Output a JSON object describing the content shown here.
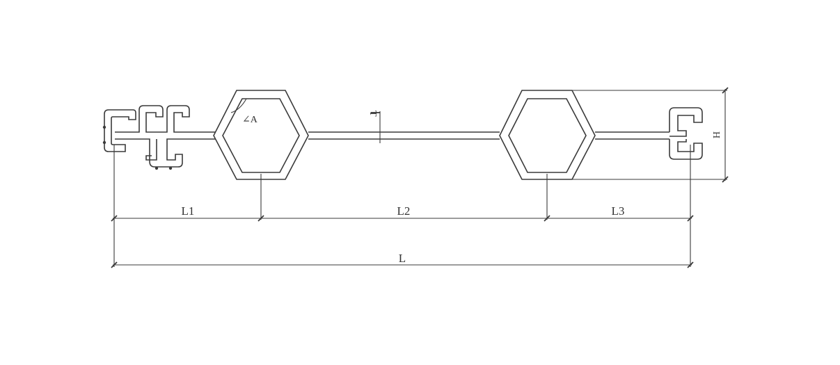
{
  "dimensions": {
    "l1": "L1",
    "l2": "L2",
    "l3": "L3",
    "total_length": "L",
    "height": "H",
    "thickness": "T",
    "angle": "∠A"
  }
}
